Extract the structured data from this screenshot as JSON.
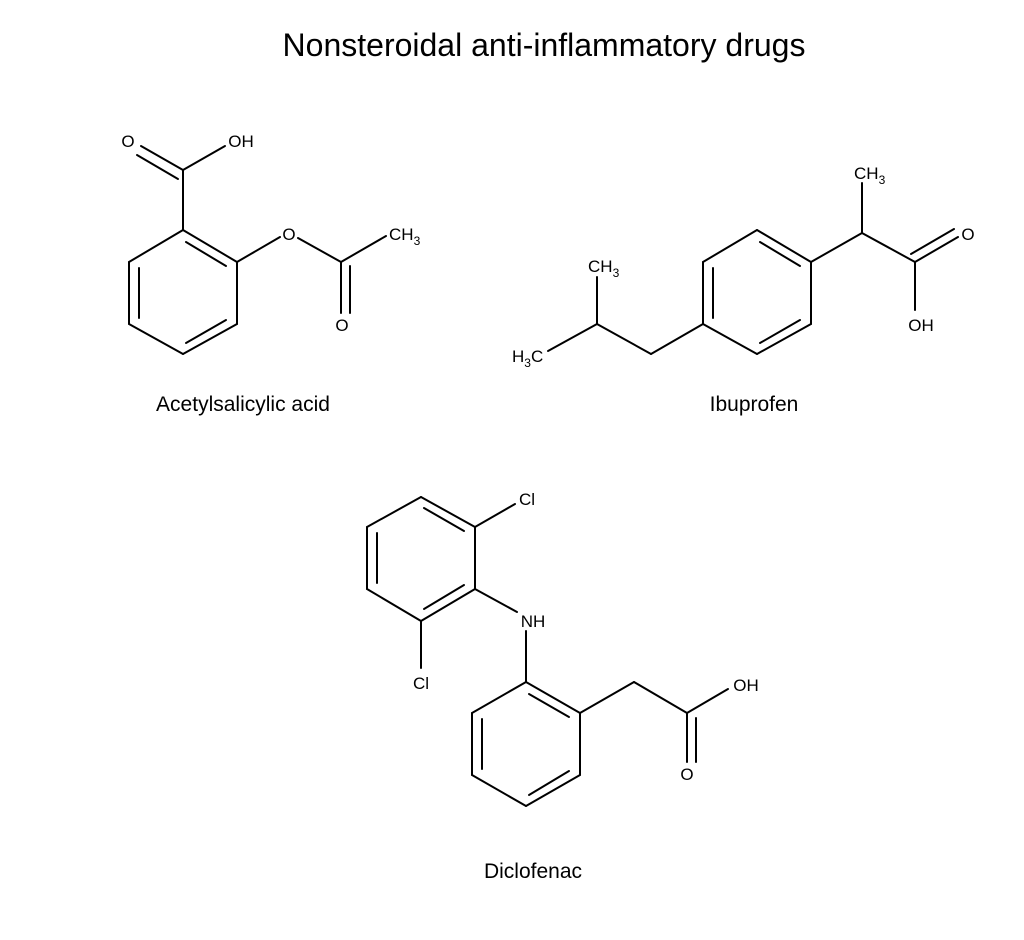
{
  "title": "Nonsteroidal anti-inflammatory drugs",
  "colors": {
    "background": "#ffffff",
    "ink": "#000000"
  },
  "molecules": {
    "acetylsalicylic_acid": {
      "name": "Acetylsalicylic acid",
      "labels": {
        "carbonyl_o": "O",
        "hydroxyl": "OH",
        "ester_o": "O",
        "methyl_c": "CH",
        "methyl_sub": "3",
        "acetyl_o": "O"
      }
    },
    "ibuprofen": {
      "name": "Ibuprofen",
      "labels": {
        "top_methyl_c": "CH",
        "top_methyl_sub": "3",
        "carbonyl_o": "O",
        "hydroxyl": "OH",
        "isobutyl_methyl_c": "CH",
        "isobutyl_methyl_sub": "3",
        "terminal_h": "H",
        "terminal_sub": "3",
        "terminal_c": "C"
      }
    },
    "diclofenac": {
      "name": "Diclofenac",
      "labels": {
        "chlorine_top": "Cl",
        "amine": "NH",
        "chlorine_bottom": "Cl",
        "hydroxyl": "OH",
        "carbonyl_o": "O"
      }
    }
  }
}
